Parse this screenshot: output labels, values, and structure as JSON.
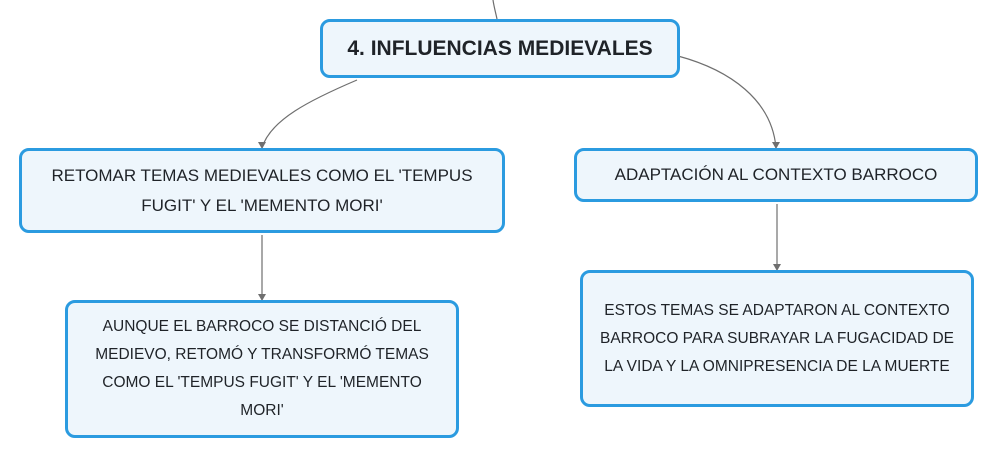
{
  "diagram": {
    "type": "mind-map",
    "colors": {
      "node_border": "#2b9be0",
      "node_fill": "#eef6fc",
      "connector": "#6f6f6f",
      "text": "#1f2328"
    },
    "root": {
      "label": "4. INFLUENCIAS MEDIEVALES"
    },
    "branches": [
      {
        "label": "RETOMAR TEMAS MEDIEVALES COMO EL 'TEMPUS FUGIT' Y EL 'MEMENTO MORI'",
        "children": [
          {
            "label": "AUNQUE EL BARROCO SE DISTANCIÓ DEL MEDIEVO, RETOMÓ Y TRANSFORMÓ TEMAS COMO EL 'TEMPUS FUGIT' Y EL 'MEMENTO MORI'"
          }
        ]
      },
      {
        "label": "ADAPTACIÓN AL CONTEXTO BARROCO",
        "children": [
          {
            "label": "ESTOS TEMAS SE ADAPTARON AL CONTEXTO BARROCO PARA SUBRAYAR LA FUGACIDAD DE LA VIDA Y LA OMNIPRESENCIA DE LA MUERTE"
          }
        ]
      }
    ]
  }
}
